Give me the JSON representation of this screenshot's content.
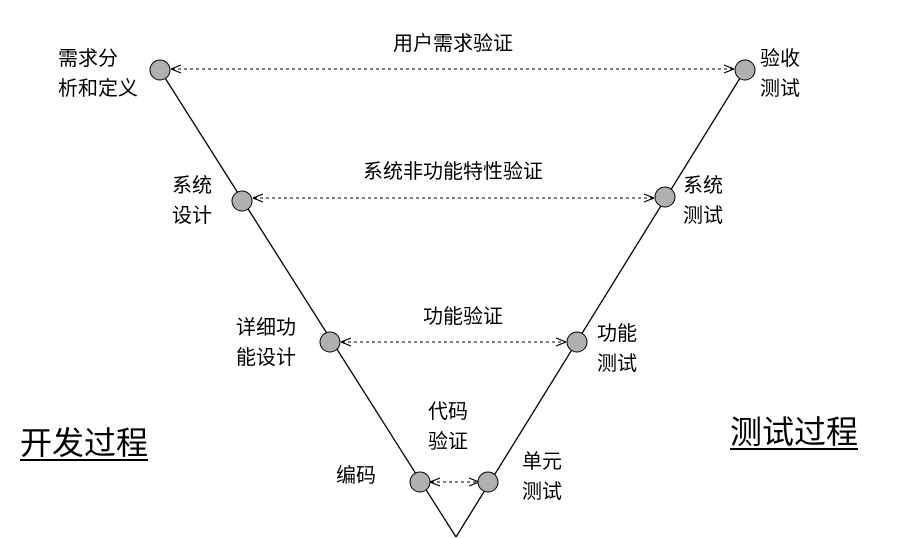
{
  "colors": {
    "node_fill": "#b0b0b0",
    "line": "#000000"
  },
  "left_title": "开发过程",
  "right_title": "测试过程",
  "left_nodes": [
    {
      "line1": "需求分",
      "line2": "析和定义"
    },
    {
      "line1": "系统",
      "line2": "设计"
    },
    {
      "line1": "详细功",
      "line2": "能设计"
    },
    {
      "line1": "编码",
      "line2": ""
    }
  ],
  "right_nodes": [
    {
      "line1": "验收",
      "line2": "测试"
    },
    {
      "line1": "系统",
      "line2": "测试"
    },
    {
      "line1": "功能",
      "line2": "测试"
    },
    {
      "line1": "单元",
      "line2": "测试"
    }
  ],
  "verifications": [
    {
      "line1": "用户需求验证",
      "line2": ""
    },
    {
      "line1": "系统非功能特性验证",
      "line2": ""
    },
    {
      "line1": "功能验证",
      "line2": ""
    },
    {
      "line1": "代码",
      "line2": "验证"
    }
  ]
}
